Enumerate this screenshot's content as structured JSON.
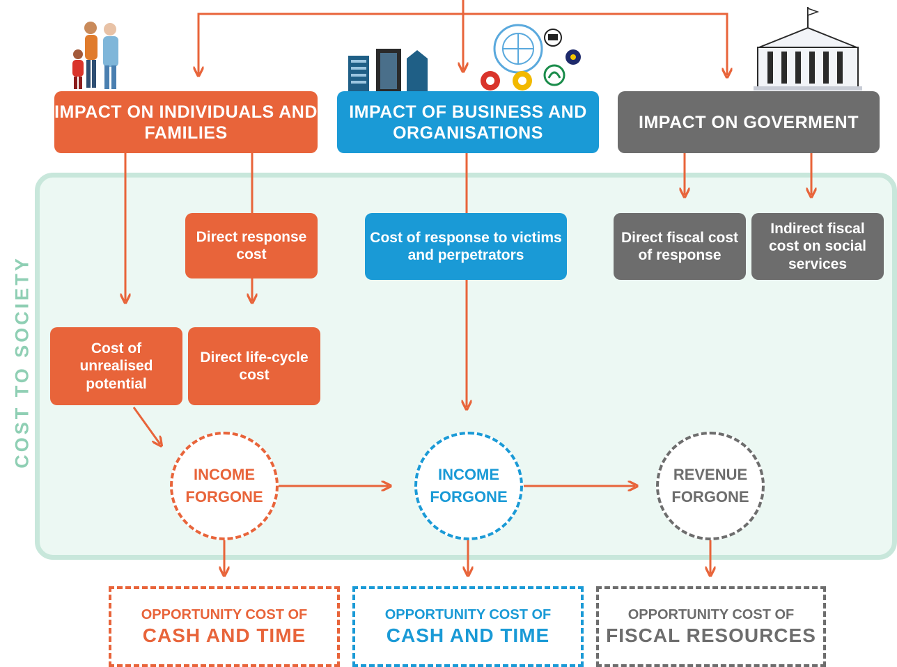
{
  "side_label": "COST TO SOCIETY",
  "headers": {
    "individuals": "IMPACT ON INDIVIDUALS AND FAMILIES",
    "business": "IMPACT OF BUSINESS AND ORGANISATIONS",
    "government": "IMPACT ON GOVERMENT"
  },
  "costs": {
    "direct_response": "Direct response cost",
    "unrealised_potential": "Cost of unrealised potential",
    "life_cycle": "Direct life-cycle cost",
    "response_victims": "Cost of response to victims and perpetrators",
    "direct_fiscal": "Direct fiscal cost of response",
    "indirect_fiscal": "Indirect fiscal cost on social services"
  },
  "forgone": {
    "individuals": "INCOME FORGONE",
    "business": "INCOME FORGONE",
    "government": "REVENUE FORGONE"
  },
  "outcomes": {
    "individuals": {
      "line1": "OPPORTUNITY COST OF",
      "line2": "CASH AND TIME"
    },
    "business": {
      "line1": "OPPORTUNITY COST OF",
      "line2": "CASH AND TIME"
    },
    "government": {
      "line1": "OPPORTUNITY COST OF",
      "line2": "FISCAL RESOURCES"
    }
  },
  "colors": {
    "orange": "#e8643a",
    "blue": "#1a9ad6",
    "grey": "#6d6d6d",
    "society_green": "#c8e7db"
  },
  "illustrations": [
    "family-illustration",
    "city-buildings-illustration",
    "organisation-logos-illustration",
    "government-building-illustration"
  ]
}
